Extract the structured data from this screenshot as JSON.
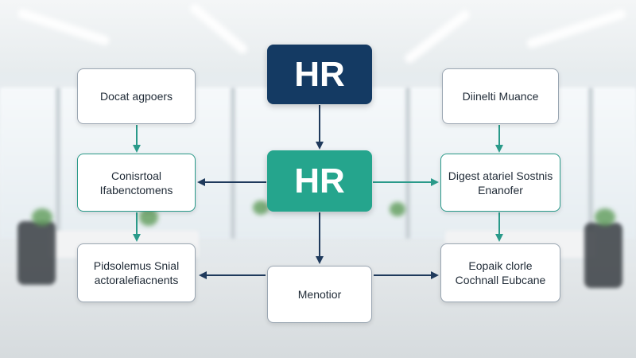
{
  "nodes": {
    "hr_top": "HR",
    "hr_center": "HR",
    "top_left": "Docat agpoers",
    "top_right": "Diinelti Muance",
    "mid_left": [
      "Conisrtoal",
      "Ifabenctomens"
    ],
    "mid_right": [
      "Digest atariel Sostnis",
      "Enanofer"
    ],
    "bottom_left": [
      "Pidsolemus Snial",
      "actoralefiacnents"
    ],
    "bottom_center": "Menotior",
    "bottom_right": [
      "Eopaik clorle",
      "Cochnall Eubcane"
    ]
  },
  "colors": {
    "navy": "#143a63",
    "teal": "#25a58d",
    "arrow_navy": "#1f3a5c",
    "arrow_teal": "#2a9a8a"
  }
}
